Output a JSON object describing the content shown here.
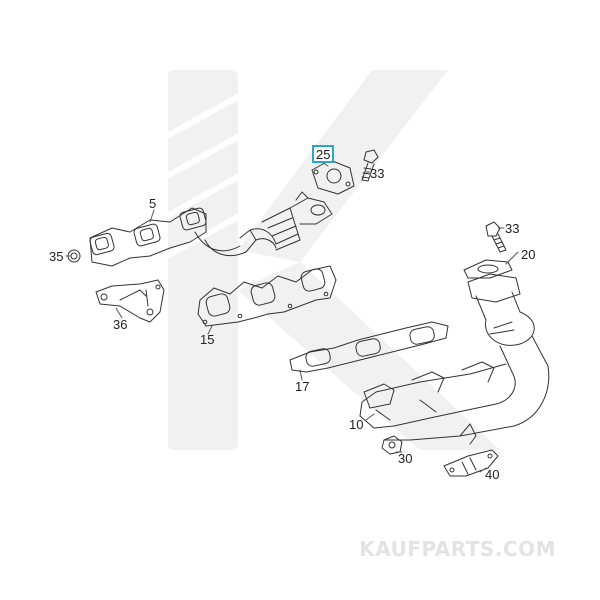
{
  "diagram": {
    "callouts": [
      {
        "id": "p5",
        "text": "5"
      },
      {
        "id": "p10",
        "text": "10"
      },
      {
        "id": "p15",
        "text": "15"
      },
      {
        "id": "p17",
        "text": "17"
      },
      {
        "id": "p20",
        "text": "20"
      },
      {
        "id": "p25",
        "text": "25",
        "highlighted": true
      },
      {
        "id": "p30",
        "text": "30"
      },
      {
        "id": "p33a",
        "text": "33"
      },
      {
        "id": "p33b",
        "text": "33"
      },
      {
        "id": "p35",
        "text": "35"
      },
      {
        "id": "p36",
        "text": "36"
      },
      {
        "id": "p40",
        "text": "40"
      }
    ],
    "highlight_color": "#2aa7c9"
  },
  "watermark": {
    "text": "KAUFPARTS.COM"
  }
}
